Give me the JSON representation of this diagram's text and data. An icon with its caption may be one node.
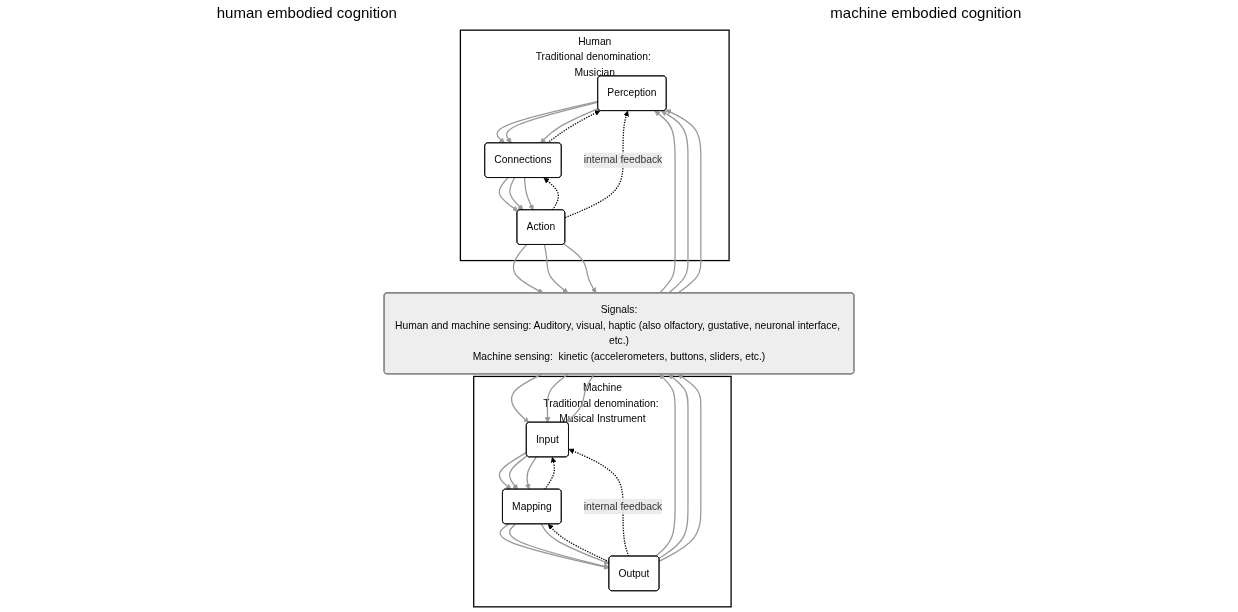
{
  "diagram": {
    "nodes": [
      {
        "text": [
          "Human",
          "Traditional denomination: Musician"
        ]
      },
      {
        "text": [
          "Perception"
        ],
        "in": 0
      },
      {
        "text": [
          "Connections"
        ],
        "in": 0
      },
      {
        "text": [
          "Action"
        ],
        "in": 0
      },
      {
        "text": [
          "Machine",
          "Traditional denomination: Musical Instrument"
        ]
      },
      {
        "text": [
          "Input"
        ],
        "in": 4
      },
      {
        "text": [
          "Mapping"
        ],
        "in": 4
      },
      {
        "text": [
          "Output"
        ],
        "in": 4
      },
      {
        "text": [
          "Signals:",
          "Human and machine sensing: Auditory, visual, haptic (also olfactory, gustative, neuronal interface, etc.)",
          "Machine sensing:  kinetic (accelerometers, buttons, sliders, etc.)"
        ]
      }
    ],
    "edges": [
      {
        "from": 1,
        "to": 2,
        "arrow": "to"
      },
      {
        "from": 1,
        "to": 2,
        "arrow": "to"
      },
      {
        "from": 1,
        "to": 2,
        "arrow": "to"
      },
      {
        "from": 2,
        "to": 3,
        "arrow": "to"
      },
      {
        "from": 2,
        "to": 3,
        "arrow": "to"
      },
      {
        "from": 2,
        "to": 3,
        "arrow": "to"
      },
      {
        "from": 2,
        "to": 1,
        "arrow": "to",
        "style": "dashed",
        "color": "#000000"
      },
      {
        "from": 3,
        "to": 2,
        "arrow": "to",
        "style": "dashed",
        "color": "#000000"
      },
      {
        "from": 3,
        "to": 1,
        "arrow": "to",
        "style": "dashed",
        "color": "#000000",
        "label": "internal feedback"
      },
      {
        "from": 8,
        "to": 1,
        "arrow": "to"
      },
      {
        "from": 8,
        "to": 1,
        "arrow": "to"
      },
      {
        "from": 8,
        "to": 1,
        "arrow": "to"
      },
      {
        "from": 3,
        "to": 8,
        "arrow": "to"
      },
      {
        "from": 3,
        "to": 8,
        "arrow": "to"
      },
      {
        "from": 3,
        "to": 8,
        "arrow": "to"
      },
      {
        "from": 5,
        "to": 6,
        "arrow": "to"
      },
      {
        "from": 5,
        "to": 6,
        "arrow": "to"
      },
      {
        "from": 5,
        "to": 6,
        "arrow": "to"
      },
      {
        "from": 6,
        "to": 7,
        "arrow": "to"
      },
      {
        "from": 6,
        "to": 7,
        "arrow": "to"
      },
      {
        "from": 6,
        "to": 7,
        "arrow": "to"
      },
      {
        "from": 6,
        "to": 5,
        "arrow": "to",
        "style": "dashed",
        "color": "#000000"
      },
      {
        "from": 7,
        "to": 6,
        "arrow": "to",
        "style": "dashed",
        "color": "#000000"
      },
      {
        "from": 7,
        "to": 5,
        "arrow": "to",
        "style": "dashed",
        "color": "#000000",
        "label": "internal feedback"
      },
      {
        "from": 8,
        "to": 5,
        "arrow": "to"
      },
      {
        "from": 8,
        "to": 5,
        "arrow": "to"
      },
      {
        "from": 8,
        "to": 5,
        "arrow": "to"
      },
      {
        "from": 7,
        "to": 8,
        "arrow": "to"
      },
      {
        "from": 7,
        "to": 8,
        "arrow": "to"
      },
      {
        "from": 7,
        "to": 8,
        "arrow": "to"
      }
    ],
    "labels": [
      "human embodied cognition",
      "machine embodied cognition"
    ]
  }
}
